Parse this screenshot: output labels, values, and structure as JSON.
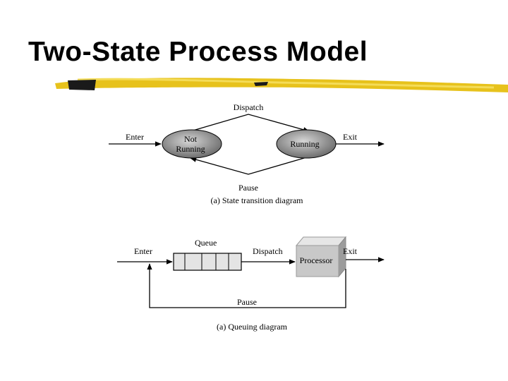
{
  "slide": {
    "title": "Two-State Process Model"
  },
  "state_diagram": {
    "enter": "Enter",
    "exit": "Exit",
    "dispatch": "Dispatch",
    "pause": "Pause",
    "not_running_line1": "Not",
    "not_running_line2": "Running",
    "running": "Running",
    "caption": "(a) State transition diagram"
  },
  "queue_diagram": {
    "enter": "Enter",
    "queue": "Queue",
    "dispatch": "Dispatch",
    "processor": "Processor",
    "exit": "Exit",
    "pause": "Pause",
    "caption": "(a) Queuing diagram"
  },
  "colors": {
    "underline": "#e7c21c",
    "underline_dark": "#1a1a1a",
    "node_fill": "#8c8c8c",
    "queue_fill": "#e4e4e4",
    "processor_fill": "#c8c8c8"
  }
}
